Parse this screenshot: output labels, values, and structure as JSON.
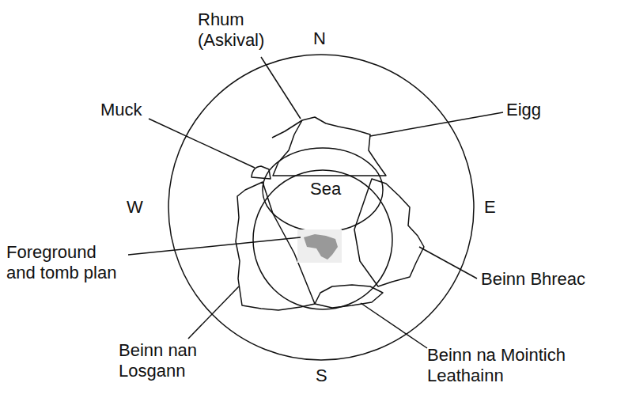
{
  "diagram": {
    "labels": [
      "Rhum (Askival)",
      "N",
      "Muck",
      "Eigg",
      "Sea",
      "W",
      "E",
      "Foreground and tomb plan",
      "Beinn Bhreac",
      "Beinn nan Losgann",
      "S",
      "Beinn na Mointich Leathainn"
    ]
  }
}
